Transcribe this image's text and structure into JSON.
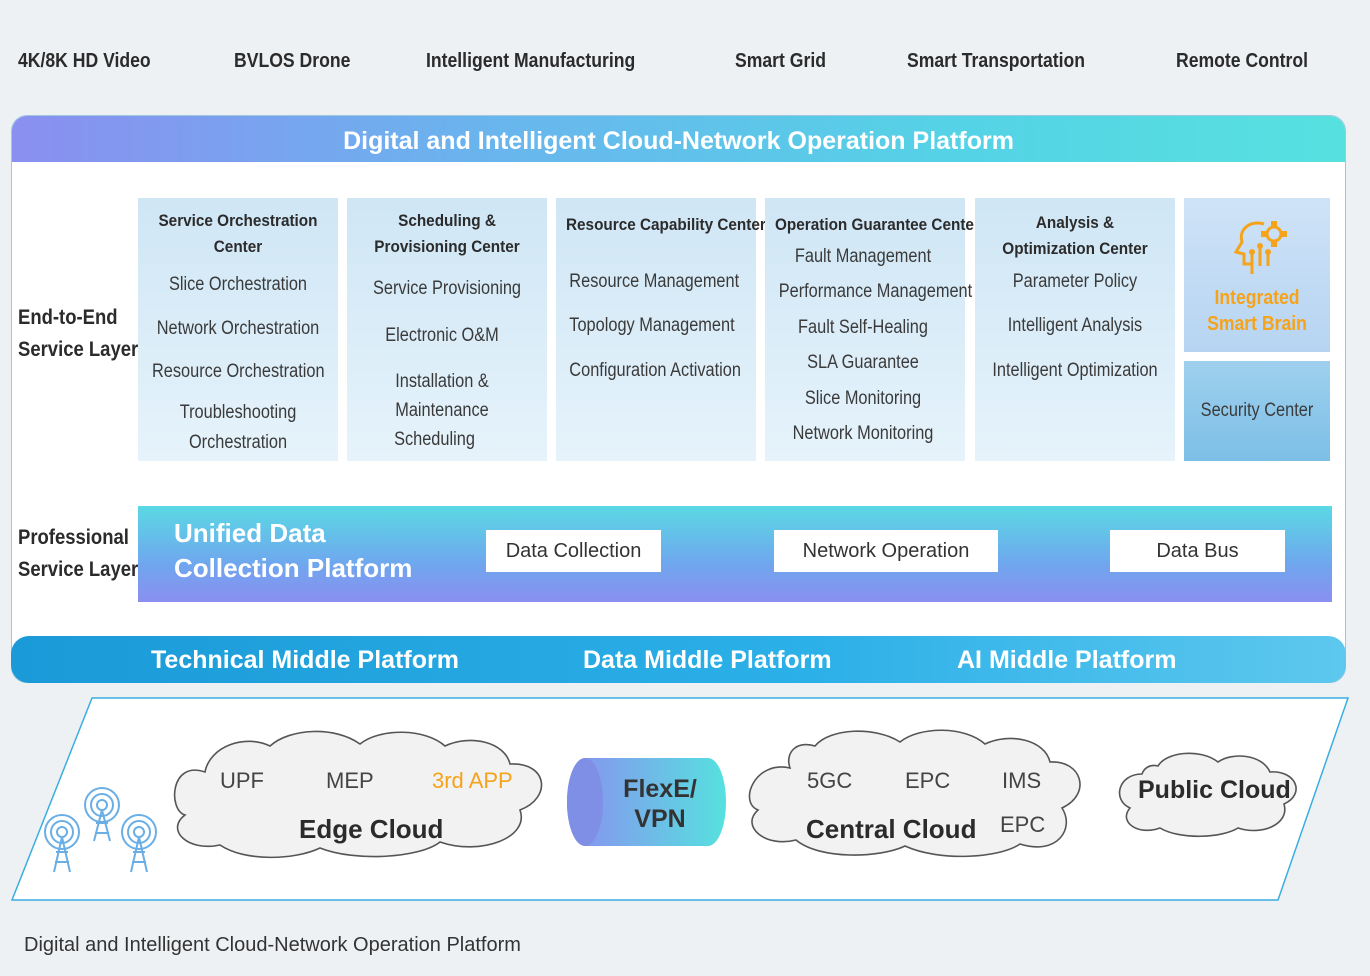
{
  "top_apps": [
    "4K/8K HD Video",
    "BVLOS Drone",
    "Intelligent Manufacturing",
    "Smart Grid",
    "Smart Transportation",
    "Remote Control"
  ],
  "platform_title": "Digital and Intelligent Cloud-Network Operation Platform",
  "layers": {
    "e2e": [
      "End-to-End",
      "Service Layer"
    ],
    "professional": [
      "Professional",
      "Service Layer"
    ]
  },
  "centers": [
    {
      "title": [
        "Service Orchestration",
        "Center"
      ],
      "items": [
        "Slice Orchestration",
        "Network Orchestration",
        "Resource Orchestration",
        "Troubleshooting",
        "Orchestration"
      ]
    },
    {
      "title": [
        "Scheduling &",
        "Provisioning Center"
      ],
      "items": [
        "Service Provisioning",
        "Electronic O&M",
        "Installation &",
        "Maintenance",
        "Scheduling"
      ]
    },
    {
      "title": [
        "Resource Capability Center"
      ],
      "items": [
        "Resource Management",
        "Topology Management",
        "Configuration Activation"
      ]
    },
    {
      "title": [
        "Operation Guarantee Center"
      ],
      "items": [
        "Fault Management",
        "Performance Management",
        "Fault Self-Healing",
        "SLA Guarantee",
        "Slice Monitoring",
        "Network Monitoring"
      ]
    },
    {
      "title": [
        "Analysis &",
        "Optimization Center"
      ],
      "items": [
        "Parameter Policy",
        "Intelligent Analysis",
        "Intelligent Optimization"
      ]
    }
  ],
  "brain": [
    "Integrated",
    "Smart Brain"
  ],
  "security": "Security Center",
  "udc": {
    "title": [
      "Unified Data",
      "Collection Platform"
    ],
    "boxes": [
      "Data Collection",
      "Network Operation",
      "Data Bus"
    ]
  },
  "middle": [
    "Technical Middle Platform",
    "Data Middle Platform",
    "AI Middle Platform"
  ],
  "edge_cloud": {
    "items": [
      "UPF",
      "MEP",
      "3rd APP"
    ],
    "name": "Edge Cloud"
  },
  "flexe": [
    "FlexE/",
    "VPN"
  ],
  "central_cloud": {
    "items": [
      "5GC",
      "EPC",
      "IMS",
      "EPC"
    ],
    "name": "Central Cloud"
  },
  "public_cloud": "Public Cloud",
  "footer": "Digital and Intelligent Cloud-Network Operation Platform",
  "colors": {
    "accent_orange": "#f5a31a",
    "bar_blue": "#1a9ad7"
  }
}
